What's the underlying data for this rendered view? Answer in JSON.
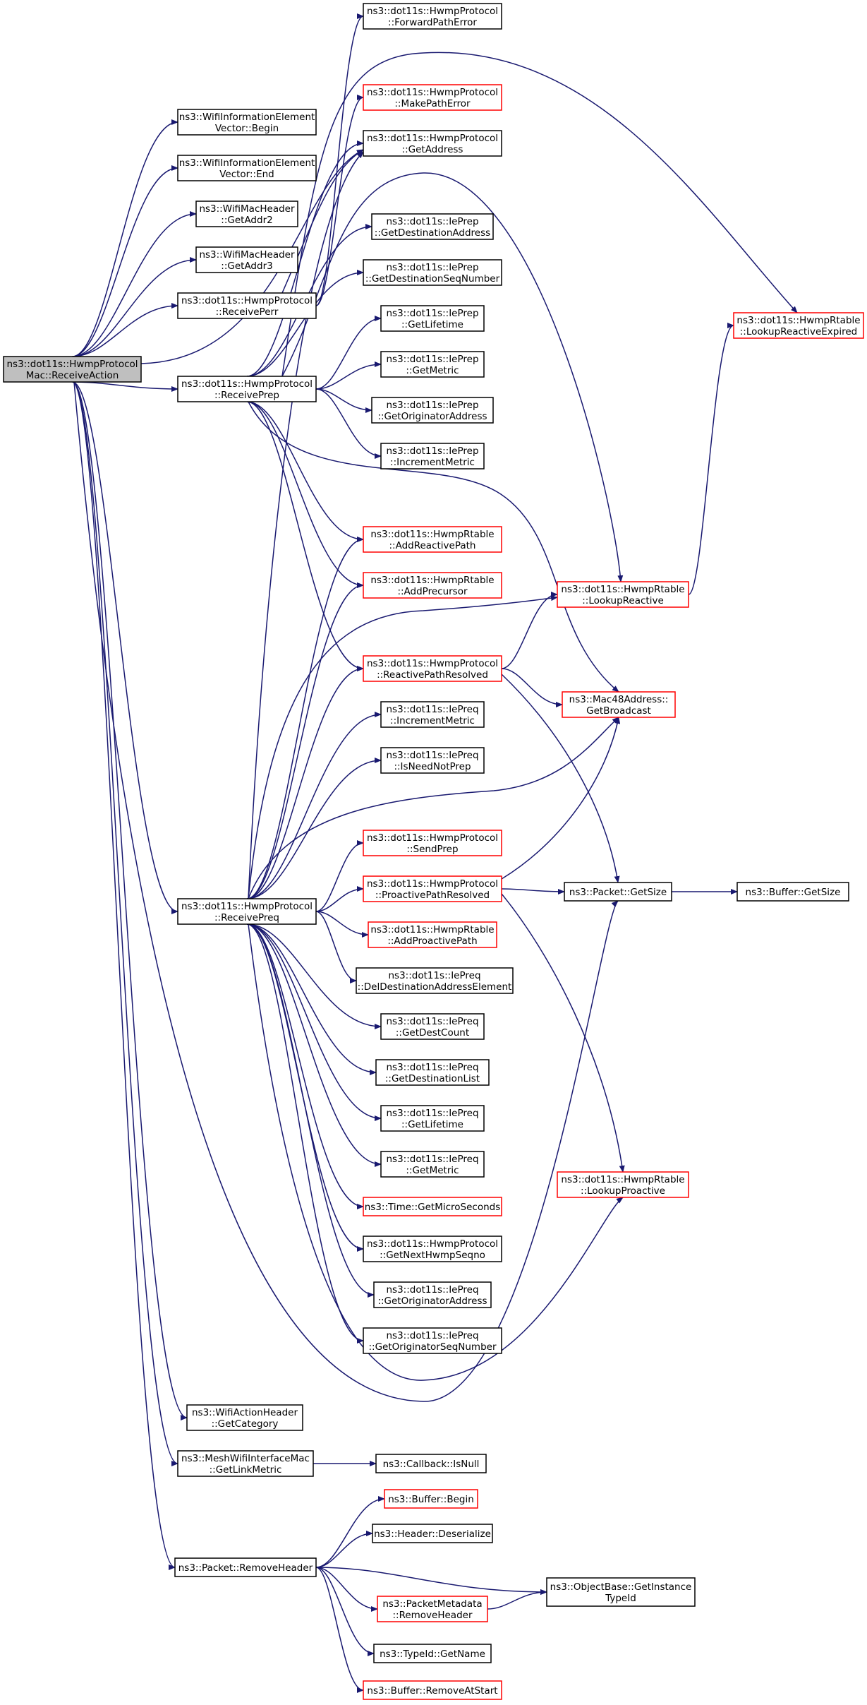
{
  "colors": {
    "edge": "#191970",
    "node_border": "#000000",
    "node_border_incomplete": "#ff0000",
    "root_fill": "#bfbfbf",
    "node_fill": "#ffffff"
  },
  "nodes": {
    "receive_action": {
      "lines": [
        "ns3::dot11s::HwmpProtocol",
        "Mac::ReceiveAction"
      ],
      "style": "root"
    },
    "wie_begin": {
      "lines": [
        "ns3::WifiInformationElement",
        "Vector::Begin"
      ],
      "style": "black"
    },
    "wie_end": {
      "lines": [
        "ns3::WifiInformationElement",
        "Vector::End"
      ],
      "style": "black"
    },
    "get_addr2": {
      "lines": [
        "ns3::WifiMacHeader",
        "::GetAddr2"
      ],
      "style": "black"
    },
    "get_addr3": {
      "lines": [
        "ns3::WifiMacHeader",
        "::GetAddr3"
      ],
      "style": "black"
    },
    "receive_perr": {
      "lines": [
        "ns3::dot11s::HwmpProtocol",
        "::ReceivePerr"
      ],
      "style": "black"
    },
    "receive_prep": {
      "lines": [
        "ns3::dot11s::HwmpProtocol",
        "::ReceivePrep"
      ],
      "style": "black"
    },
    "receive_preq": {
      "lines": [
        "ns3::dot11s::HwmpProtocol",
        "::ReceivePreq"
      ],
      "style": "black"
    },
    "wah_get_category": {
      "lines": [
        "ns3::WifiActionHeader",
        "::GetCategory"
      ],
      "style": "black"
    },
    "get_link_metric": {
      "lines": [
        "ns3::MeshWifiInterfaceMac",
        "::GetLinkMetric"
      ],
      "style": "black"
    },
    "remove_header": {
      "lines": [
        "ns3::Packet::RemoveHeader"
      ],
      "style": "black"
    },
    "forward_path_error": {
      "lines": [
        "ns3::dot11s::HwmpProtocol",
        "::ForwardPathError"
      ],
      "style": "black"
    },
    "make_path_error": {
      "lines": [
        "ns3::dot11s::HwmpProtocol",
        "::MakePathError"
      ],
      "style": "red"
    },
    "get_address": {
      "lines": [
        "ns3::dot11s::HwmpProtocol",
        "::GetAddress"
      ],
      "style": "black"
    },
    "prep_get_dest_addr": {
      "lines": [
        "ns3::dot11s::IePrep",
        "::GetDestinationAddress"
      ],
      "style": "black"
    },
    "prep_get_dest_seq": {
      "lines": [
        "ns3::dot11s::IePrep",
        "::GetDestinationSeqNumber"
      ],
      "style": "black"
    },
    "prep_get_lifetime": {
      "lines": [
        "ns3::dot11s::IePrep",
        "::GetLifetime"
      ],
      "style": "black"
    },
    "prep_get_metric": {
      "lines": [
        "ns3::dot11s::IePrep",
        "::GetMetric"
      ],
      "style": "black"
    },
    "prep_get_orig_addr": {
      "lines": [
        "ns3::dot11s::IePrep",
        "::GetOriginatorAddress"
      ],
      "style": "black"
    },
    "prep_increment_metric": {
      "lines": [
        "ns3::dot11s::IePrep",
        "::IncrementMetric"
      ],
      "style": "black"
    },
    "add_reactive_path": {
      "lines": [
        "ns3::dot11s::HwmpRtable",
        "::AddReactivePath"
      ],
      "style": "red"
    },
    "add_precursor": {
      "lines": [
        "ns3::dot11s::HwmpRtable",
        "::AddPrecursor"
      ],
      "style": "red"
    },
    "reactive_path_resolved": {
      "lines": [
        "ns3::dot11s::HwmpProtocol",
        "::ReactivePathResolved"
      ],
      "style": "red"
    },
    "preq_increment_metric": {
      "lines": [
        "ns3::dot11s::IePreq",
        "::IncrementMetric"
      ],
      "style": "black"
    },
    "preq_is_need_not_prep": {
      "lines": [
        "ns3::dot11s::IePreq",
        "::IsNeedNotPrep"
      ],
      "style": "black"
    },
    "send_prep": {
      "lines": [
        "ns3::dot11s::HwmpProtocol",
        "::SendPrep"
      ],
      "style": "red"
    },
    "proactive_path_resolved": {
      "lines": [
        "ns3::dot11s::HwmpProtocol",
        "::ProactivePathResolved"
      ],
      "style": "red"
    },
    "add_proactive_path": {
      "lines": [
        "ns3::dot11s::HwmpRtable",
        "::AddProactivePath"
      ],
      "style": "red"
    },
    "del_dest_addr_element": {
      "lines": [
        "ns3::dot11s::IePreq",
        "::DelDestinationAddressElement"
      ],
      "style": "black"
    },
    "preq_get_dest_count": {
      "lines": [
        "ns3::dot11s::IePreq",
        "::GetDestCount"
      ],
      "style": "black"
    },
    "preq_get_dest_list": {
      "lines": [
        "ns3::dot11s::IePreq",
        "::GetDestinationList"
      ],
      "style": "black"
    },
    "preq_get_lifetime": {
      "lines": [
        "ns3::dot11s::IePreq",
        "::GetLifetime"
      ],
      "style": "black"
    },
    "preq_get_metric": {
      "lines": [
        "ns3::dot11s::IePreq",
        "::GetMetric"
      ],
      "style": "black"
    },
    "get_micro_seconds": {
      "lines": [
        "ns3::Time::GetMicroSeconds"
      ],
      "style": "red"
    },
    "get_next_hwmp_seqno": {
      "lines": [
        "ns3::dot11s::HwmpProtocol",
        "::GetNextHwmpSeqno"
      ],
      "style": "black"
    },
    "preq_get_orig_addr": {
      "lines": [
        "ns3::dot11s::IePreq",
        "::GetOriginatorAddress"
      ],
      "style": "black"
    },
    "preq_get_orig_seq": {
      "lines": [
        "ns3::dot11s::IePreq",
        "::GetOriginatorSeqNumber"
      ],
      "style": "black"
    },
    "callback_is_null": {
      "lines": [
        "ns3::Callback::IsNull"
      ],
      "style": "black"
    },
    "buffer_begin": {
      "lines": [
        "ns3::Buffer::Begin"
      ],
      "style": "red"
    },
    "header_deserialize": {
      "lines": [
        "ns3::Header::Deserialize"
      ],
      "style": "black"
    },
    "packet_metadata_remove_header": {
      "lines": [
        "ns3::PacketMetadata",
        "::RemoveHeader"
      ],
      "style": "red"
    },
    "typeid_get_name": {
      "lines": [
        "ns3::TypeId::GetName"
      ],
      "style": "black"
    },
    "buffer_remove_at_start": {
      "lines": [
        "ns3::Buffer::RemoveAtStart"
      ],
      "style": "red"
    },
    "lookup_reactive_expired": {
      "lines": [
        "ns3::dot11s::HwmpRtable",
        "::LookupReactiveExpired"
      ],
      "style": "red"
    },
    "lookup_reactive": {
      "lines": [
        "ns3::dot11s::HwmpRtable",
        "::LookupReactive"
      ],
      "style": "red"
    },
    "mac48_get_broadcast": {
      "lines": [
        "ns3::Mac48Address::",
        "GetBroadcast"
      ],
      "style": "red"
    },
    "packet_get_size": {
      "lines": [
        "ns3::Packet::GetSize"
      ],
      "style": "black"
    },
    "lookup_proactive": {
      "lines": [
        "ns3::dot11s::HwmpRtable",
        "::LookupProactive"
      ],
      "style": "red"
    },
    "object_base_get_instance_typeid": {
      "lines": [
        "ns3::ObjectBase::GetInstance",
        "TypeId"
      ],
      "style": "black"
    },
    "buffer_get_size": {
      "lines": [
        "ns3::Buffer::GetSize"
      ],
      "style": "black"
    }
  },
  "edges": [
    [
      "receive_action",
      "wie_begin"
    ],
    [
      "receive_action",
      "wie_end"
    ],
    [
      "receive_action",
      "get_addr2"
    ],
    [
      "receive_action",
      "get_addr3"
    ],
    [
      "receive_action",
      "receive_perr"
    ],
    [
      "receive_action",
      "receive_prep"
    ],
    [
      "receive_action",
      "receive_preq"
    ],
    [
      "receive_action",
      "wah_get_category"
    ],
    [
      "receive_action",
      "get_link_metric"
    ],
    [
      "receive_action",
      "remove_header"
    ],
    [
      "receive_action",
      "get_address"
    ],
    [
      "receive_action",
      "packet_get_size"
    ],
    [
      "receive_perr",
      "forward_path_error"
    ],
    [
      "receive_perr",
      "make_path_error"
    ],
    [
      "receive_perr",
      "get_address"
    ],
    [
      "receive_prep",
      "get_address"
    ],
    [
      "receive_prep",
      "prep_get_dest_addr"
    ],
    [
      "receive_prep",
      "prep_get_dest_seq"
    ],
    [
      "receive_prep",
      "prep_get_lifetime"
    ],
    [
      "receive_prep",
      "prep_get_metric"
    ],
    [
      "receive_prep",
      "prep_get_orig_addr"
    ],
    [
      "receive_prep",
      "prep_increment_metric"
    ],
    [
      "receive_prep",
      "add_reactive_path"
    ],
    [
      "receive_prep",
      "add_precursor"
    ],
    [
      "receive_prep",
      "reactive_path_resolved"
    ],
    [
      "receive_prep",
      "lookup_reactive"
    ],
    [
      "receive_prep",
      "lookup_reactive_expired"
    ],
    [
      "receive_prep",
      "mac48_get_broadcast"
    ],
    [
      "receive_preq",
      "get_address"
    ],
    [
      "receive_preq",
      "add_reactive_path"
    ],
    [
      "receive_preq",
      "add_precursor"
    ],
    [
      "receive_preq",
      "reactive_path_resolved"
    ],
    [
      "receive_preq",
      "lookup_reactive"
    ],
    [
      "receive_preq",
      "preq_increment_metric"
    ],
    [
      "receive_preq",
      "preq_is_need_not_prep"
    ],
    [
      "receive_preq",
      "mac48_get_broadcast"
    ],
    [
      "receive_preq",
      "send_prep"
    ],
    [
      "receive_preq",
      "proactive_path_resolved"
    ],
    [
      "receive_preq",
      "add_proactive_path"
    ],
    [
      "receive_preq",
      "del_dest_addr_element"
    ],
    [
      "receive_preq",
      "preq_get_dest_count"
    ],
    [
      "receive_preq",
      "preq_get_dest_list"
    ],
    [
      "receive_preq",
      "preq_get_lifetime"
    ],
    [
      "receive_preq",
      "preq_get_metric"
    ],
    [
      "receive_preq",
      "get_micro_seconds"
    ],
    [
      "receive_preq",
      "get_next_hwmp_seqno"
    ],
    [
      "receive_preq",
      "preq_get_orig_addr"
    ],
    [
      "receive_preq",
      "preq_get_orig_seq"
    ],
    [
      "receive_preq",
      "lookup_proactive"
    ],
    [
      "reactive_path_resolved",
      "lookup_reactive"
    ],
    [
      "reactive_path_resolved",
      "mac48_get_broadcast"
    ],
    [
      "reactive_path_resolved",
      "packet_get_size"
    ],
    [
      "proactive_path_resolved",
      "mac48_get_broadcast"
    ],
    [
      "proactive_path_resolved",
      "packet_get_size"
    ],
    [
      "proactive_path_resolved",
      "lookup_proactive"
    ],
    [
      "lookup_reactive",
      "lookup_reactive_expired"
    ],
    [
      "packet_get_size",
      "buffer_get_size"
    ],
    [
      "get_link_metric",
      "callback_is_null"
    ],
    [
      "remove_header",
      "buffer_begin"
    ],
    [
      "remove_header",
      "header_deserialize"
    ],
    [
      "remove_header",
      "object_base_get_instance_typeid"
    ],
    [
      "remove_header",
      "packet_metadata_remove_header"
    ],
    [
      "remove_header",
      "typeid_get_name"
    ],
    [
      "remove_header",
      "buffer_remove_at_start"
    ],
    [
      "packet_metadata_remove_header",
      "object_base_get_instance_typeid"
    ]
  ]
}
